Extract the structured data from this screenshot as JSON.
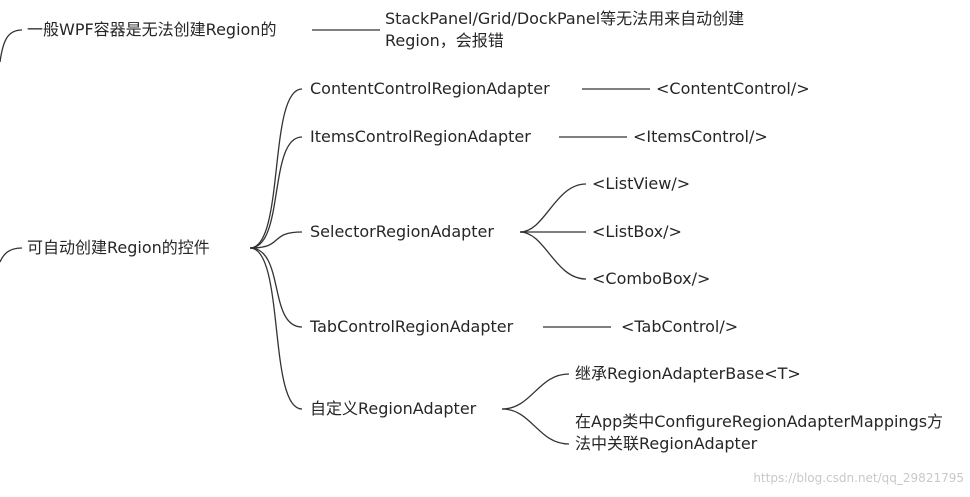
{
  "branches": [
    {
      "label": "一般WPF容器是无法创建Region的",
      "children": [
        {
          "label": "StackPanel/Grid/DockPanel等无法用来自动创建Region，会报错"
        }
      ]
    },
    {
      "label": "可自动创建Region的控件",
      "children": [
        {
          "label": "ContentControlRegionAdapter",
          "children": [
            {
              "label": "<ContentControl/>"
            }
          ]
        },
        {
          "label": "ItemsControlRegionAdapter",
          "children": [
            {
              "label": "<ItemsControl/>"
            }
          ]
        },
        {
          "label": "SelectorRegionAdapter",
          "children": [
            {
              "label": "<ListView/>"
            },
            {
              "label": "<ListBox/>"
            },
            {
              "label": "<ComboBox/>"
            }
          ]
        },
        {
          "label": "TabControlRegionAdapter",
          "children": [
            {
              "label": "<TabControl/>"
            }
          ]
        },
        {
          "label": "自定义RegionAdapter",
          "children": [
            {
              "label": "继承RegionAdapterBase<T>"
            },
            {
              "label": "在App类中ConfigureRegionAdapterMappings方法中关联RegionAdapter"
            }
          ]
        }
      ]
    }
  ],
  "watermark": "https://blog.csdn.net/qq_29821795"
}
